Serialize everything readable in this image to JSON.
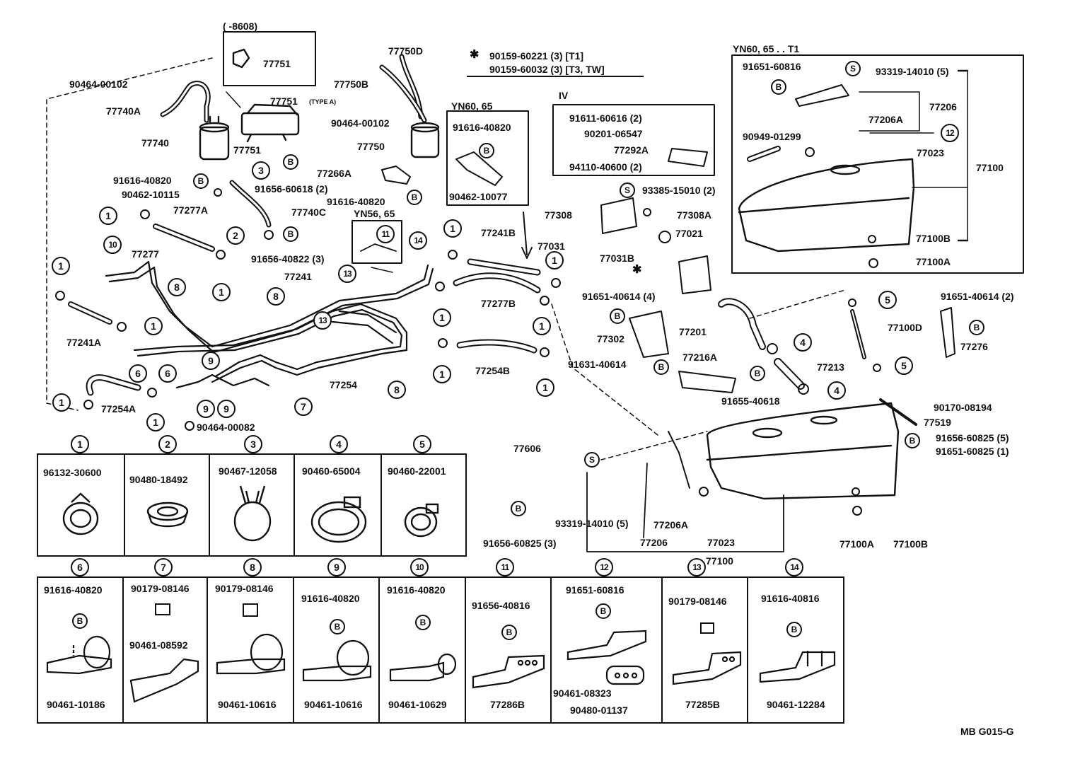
{
  "top_note": {
    "range": "(      -8608)",
    "type_a": "(TYPE A)"
  },
  "star_note": {
    "line1": "90159-60221 (3) [T1]",
    "line2": "90159-60032 (3) [T3, TW]"
  },
  "yn60_65_t1": {
    "title": "YN60, 65 . . T1",
    "parts": {
      "p91651_60816": "91651-60816",
      "p93319_14010": "93319-14010 (5)",
      "p77206": "77206",
      "p77206a": "77206A",
      "p90949_01299": "90949-01299",
      "p77023": "77023",
      "p77100": "77100",
      "p77100b": "77100B",
      "p77100a": "77100A"
    }
  },
  "iv_box": {
    "title": "IV",
    "parts": {
      "a": "91611-60616 (2)",
      "b": "90201-06547",
      "c": "77292A",
      "d": "94110-40600 (2)"
    }
  },
  "yn60_65_box": {
    "title": "YN60, 65",
    "parts": {
      "a": "91616-40820",
      "b": "90462-10077"
    }
  },
  "yn56_65": {
    "title": "YN56, 65"
  },
  "labels": {
    "l77751_top": "77751",
    "l77751a": "77751",
    "l77751b": "77751",
    "l90464_00102": "90464-00102",
    "l77740a": "77740A",
    "l77740": "77740",
    "l91616_40820a": "91616-40820",
    "l90462_10115": "90462-10115",
    "l91656_60618": "91656-60618 (2)",
    "l77740c": "77740C",
    "l77277a": "77277A",
    "l91656_40822": "91656-40822 (3)",
    "l77277": "77277",
    "l77241": "77241",
    "l77241a": "77241A",
    "l77254a": "77254A",
    "l90464_00082": "90464-00082",
    "l77254": "77254",
    "l77750d": "77750D",
    "l77750b": "77750B",
    "l90464_00102b": "90464-00102",
    "l77750": "77750",
    "l77266a": "77266A",
    "l91616_40820b": "91616-40820",
    "l77241b": "77241B",
    "l77277b": "77277B",
    "l77254b": "77254B",
    "l93385_15010": "93385-15010 (2)",
    "l77308": "77308",
    "l77308a": "77308A",
    "l77031": "77031",
    "l77031b": "77031B",
    "l77021": "77021",
    "l91651_40614": "91651-40614 (4)",
    "l77302": "77302",
    "l91631_40614": "91631-40614",
    "l77201": "77201",
    "l77216a": "77216A",
    "l91655_40618": "91655-40618",
    "l77213": "77213",
    "l77100d": "77100D",
    "l91651_40614b": "91651-40614 (2)",
    "l77276": "77276",
    "l90170_08194": "90170-08194",
    "l77519": "77519",
    "l91656_60825": "91656-60825 (5)",
    "l91651_60825": "91651-60825 (1)",
    "l77606": "77606",
    "l91656_60825b": "91656-60825 (3)",
    "l93319_14010": "93319-14010 (5)",
    "l77206a": "77206A",
    "l77206": "77206",
    "l77023": "77023",
    "l77100": "77100",
    "l77100a": "77100A",
    "l77100b": "77100B",
    "footer": "MB G015-G"
  },
  "legend_row1": [
    {
      "num": "1",
      "part": "96132-30600"
    },
    {
      "num": "2",
      "part": "90480-18492"
    },
    {
      "num": "3",
      "part": "90467-12058"
    },
    {
      "num": "4",
      "part": "90460-65004"
    },
    {
      "num": "5",
      "part": "90460-22001"
    }
  ],
  "legend_row2": [
    {
      "num": "6",
      "top": "91616-40820",
      "bottom": "90461-10186"
    },
    {
      "num": "7",
      "top": "90179-08146",
      "mid": "90461-08592"
    },
    {
      "num": "8",
      "top": "90179-08146",
      "bottom": "90461-10616"
    },
    {
      "num": "9",
      "top": "91616-40820",
      "bottom": "90461-10616"
    },
    {
      "num": "10",
      "top": "91616-40820",
      "bottom": "90461-10629"
    },
    {
      "num": "11",
      "top": "91656-40816",
      "bottom": "77286B"
    },
    {
      "num": "12",
      "top": "91651-60816",
      "mid": "90461-08323",
      "bottom": "90480-01137"
    },
    {
      "num": "13",
      "top": "90179-08146",
      "bottom": "77285B"
    },
    {
      "num": "14",
      "top": "91616-40816",
      "bottom": "90461-12284"
    }
  ],
  "symbols": {
    "b": "B",
    "s": "S",
    "star": "✱"
  }
}
